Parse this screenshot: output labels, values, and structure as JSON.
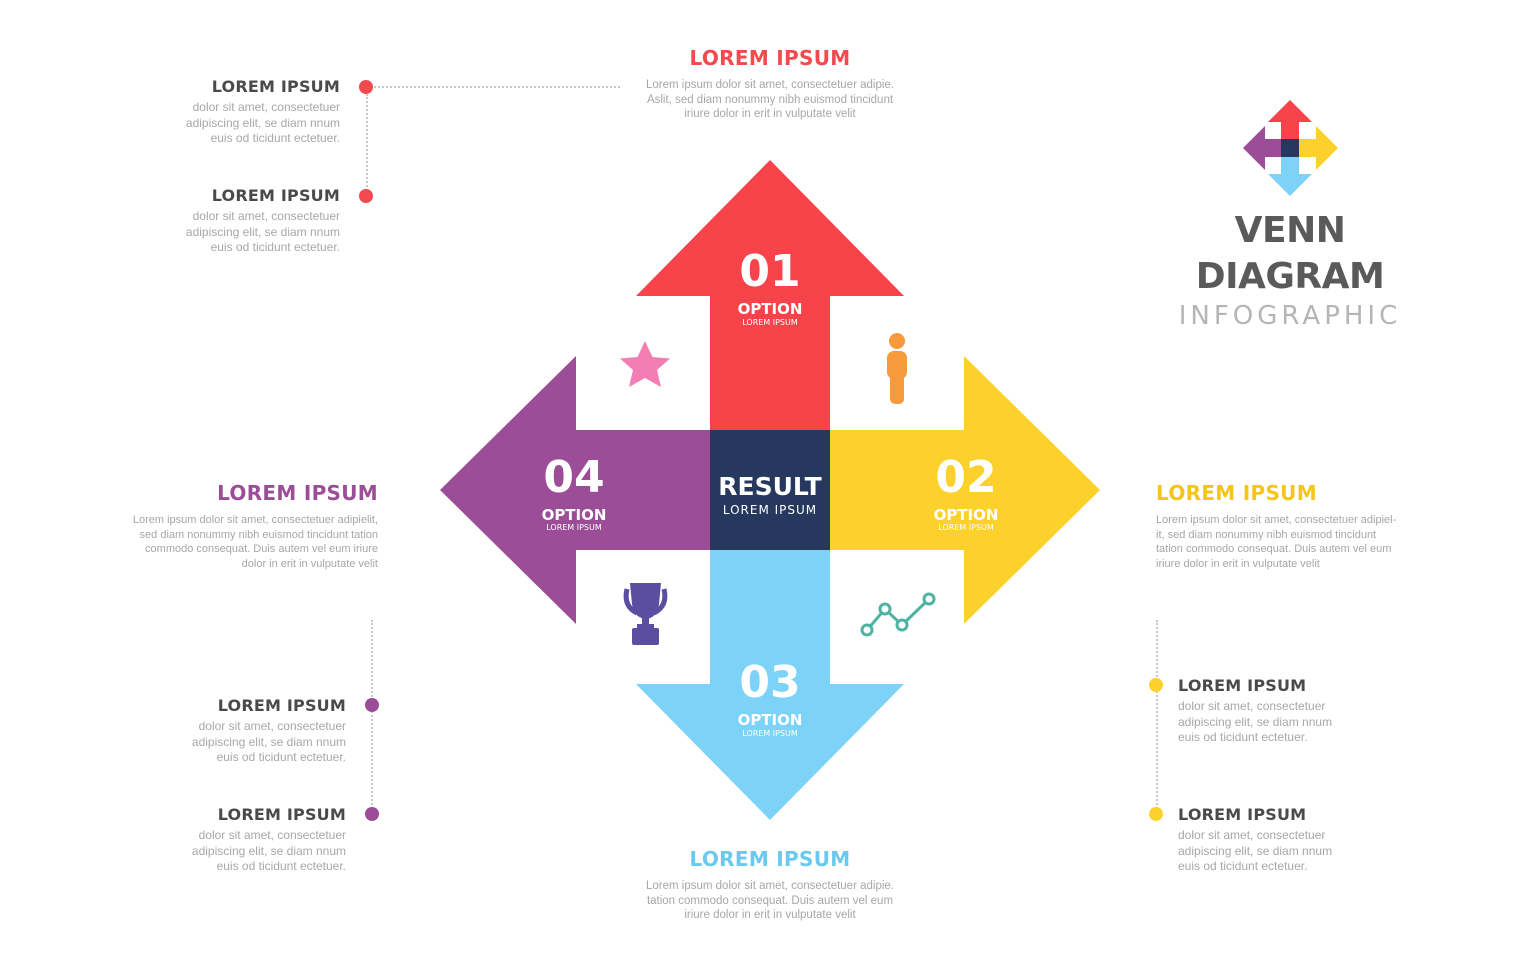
{
  "colors": {
    "red": "#f9434b",
    "yellow": "#fdd12b",
    "blue": "#7dd3f7",
    "purple": "#9b4e97",
    "navy": "#26385e",
    "gray_text": "#a7a7a7",
    "dark_text": "#4a4a4a",
    "dot_red": "#f24a4f",
    "dot_purple": "#9b4e97",
    "dot_yellow": "#fdd12b"
  },
  "title": {
    "main": "VENN DIAGRAM",
    "sub": "INFOGRAPHIC"
  },
  "center": {
    "label": "RESULT",
    "sub": "LOREM IPSUM"
  },
  "arrows": [
    {
      "num": "01",
      "label": "OPTION",
      "sub": "LOREM IPSUM"
    },
    {
      "num": "02",
      "label": "OPTION",
      "sub": "LOREM IPSUM"
    },
    {
      "num": "03",
      "label": "OPTION",
      "sub": "LOREM IPSUM"
    },
    {
      "num": "04",
      "label": "OPTION",
      "sub": "LOREM IPSUM"
    }
  ],
  "icons": {
    "top_left": "star-icon",
    "top_right": "person-icon",
    "bottom_left": "trophy-icon",
    "bottom_right": "line-chart-icon"
  },
  "top_block": {
    "heading": "LOREM IPSUM",
    "lines": [
      "Lorem ipsum dolor sit amet, consectetuer adipie.",
      "Aslit, sed diam nonummy nibh euismod tincidunt",
      "iriure dolor in erit in vulputate velit"
    ]
  },
  "bottom_block": {
    "heading": "LOREM IPSUM",
    "lines": [
      "Lorem ipsum dolor sit amet, consectetuer adipie.",
      "tation commodo consequat. Duis autem vel eum",
      "iriure dolor in erit in vulputate velit"
    ]
  },
  "left_block": {
    "heading": "LOREM IPSUM",
    "lines": [
      "Lorem ipsum dolor sit amet, consectetuer adipielit,",
      "sed diam nonummy nibh euismod tincidunt tation",
      "commodo consequat. Duis autem vel eum iriure",
      "dolor in erit in vulputate velit"
    ]
  },
  "right_block": {
    "heading": "LOREM IPSUM",
    "lines": [
      "Lorem ipsum dolor sit amet, consectetuer adipiel-",
      "it, sed diam nonummy nibh euismod tincidunt",
      "tation commodo consequat. Duis autem vel eum",
      "iriure dolor in erit in vulputate velit"
    ]
  },
  "notes": {
    "tl1": {
      "title": "LOREM IPSUM",
      "lines": [
        "dolor sit amet, consectetuer",
        "adipiscing elit, se diam nnum",
        "euis od ticidunt ectetuer."
      ]
    },
    "tl2": {
      "title": "LOREM IPSUM",
      "lines": [
        "dolor sit amet, consectetuer",
        "adipiscing elit, se diam nnum",
        "euis od ticidunt ectetuer."
      ]
    },
    "bl1": {
      "title": "LOREM IPSUM",
      "lines": [
        "dolor sit amet, consectetuer",
        "adipiscing elit, se diam nnum",
        "euis od ticidunt ectetuer."
      ]
    },
    "bl2": {
      "title": "LOREM IPSUM",
      "lines": [
        "dolor sit amet, consectetuer",
        "adipiscing elit, se diam nnum",
        "euis od ticidunt ectetuer."
      ]
    },
    "br1": {
      "title": "LOREM IPSUM",
      "lines": [
        "dolor sit amet, consectetuer",
        "adipiscing elit, se diam nnum",
        "euis od ticidunt ectetuer."
      ]
    },
    "br2": {
      "title": "LOREM IPSUM",
      "lines": [
        "dolor sit amet, consectetuer",
        "adipiscing elit, se diam nnum",
        "euis od ticidunt ectetuer."
      ]
    }
  }
}
